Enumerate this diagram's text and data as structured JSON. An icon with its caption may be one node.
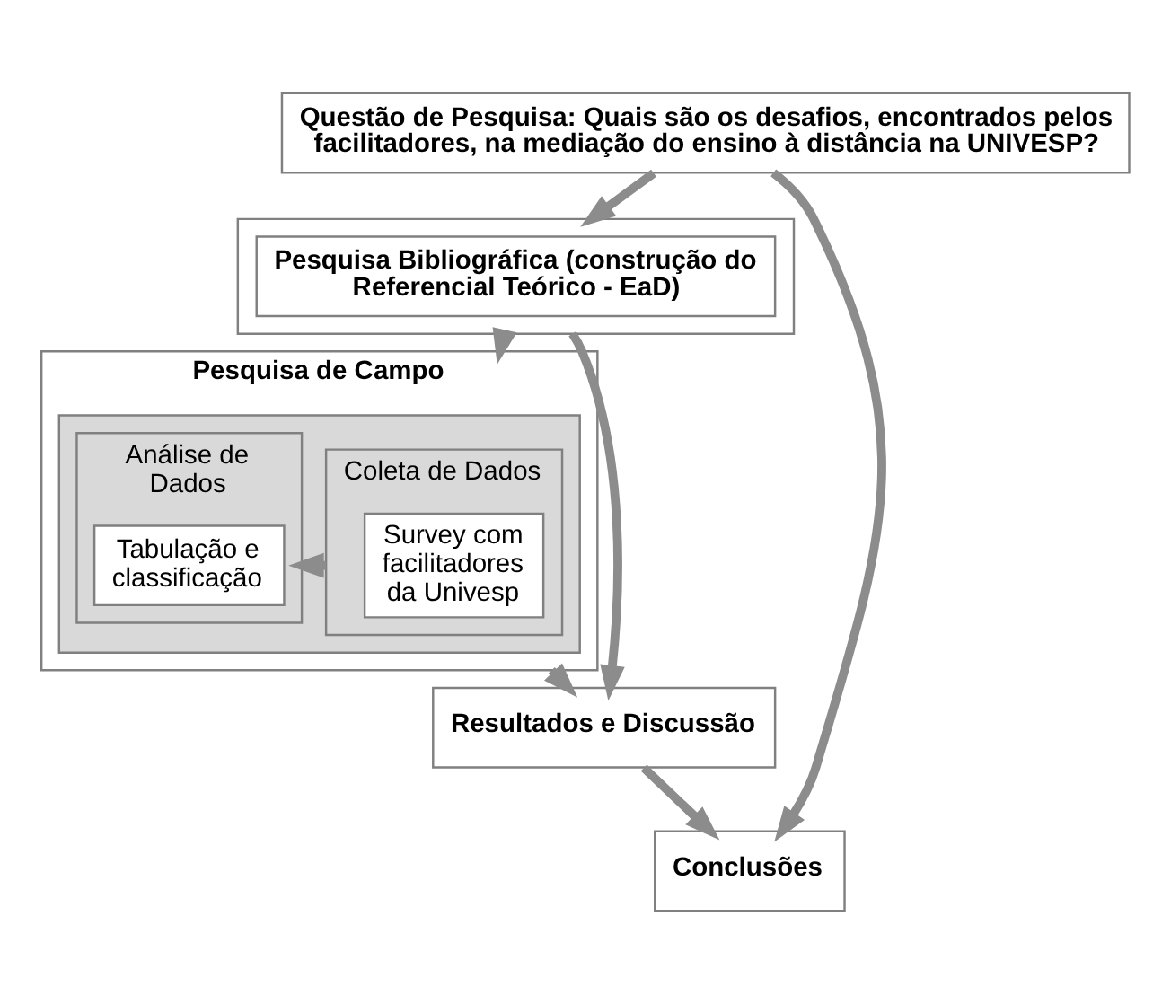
{
  "diagram": {
    "nodes": [
      {
        "text": [
          "Questão de Pesquisa: Quais são os desafios, encontrados pelos facilitadores, na mediação do ensino à distância na UNIVESP?"
        ]
      },
      {
        "text": [],
        "shape": "box"
      },
      {
        "text": [
          "Pesquisa Bibliográfica (construção do Referencial Teórico - EaD)"
        ],
        "in": 1
      },
      {
        "text": [
          "Pesquisa de Campo"
        ]
      },
      {
        "text": [],
        "shape": "box",
        "in": 3
      },
      {
        "text": [
          "Coleta de Dados"
        ],
        "in": 4
      },
      {
        "text": [
          "Survey com facilitadores da Univesp"
        ],
        "in": 5
      },
      {
        "text": [
          "Análise de Dados"
        ],
        "in": 4
      },
      {
        "text": [
          "Tabulação e classificação"
        ],
        "in": 7
      },
      {
        "text": [
          "Resultados e Discussão"
        ]
      },
      {
        "text": [
          "Conclusões"
        ]
      }
    ],
    "edges": [
      {
        "from": 0,
        "to": 1,
        "arrow": "to"
      },
      {
        "from": 1,
        "to": 3,
        "arrow": "to"
      },
      {
        "from": 1,
        "to": 9,
        "arrow": "to"
      },
      {
        "from": 5,
        "to": 7,
        "arrow": "to"
      },
      {
        "from": 3,
        "to": 9,
        "arrow": "to"
      },
      {
        "from": 9,
        "to": 10,
        "arrow": "to"
      },
      {
        "from": 0,
        "to": 10,
        "arrow": "to"
      }
    ]
  }
}
